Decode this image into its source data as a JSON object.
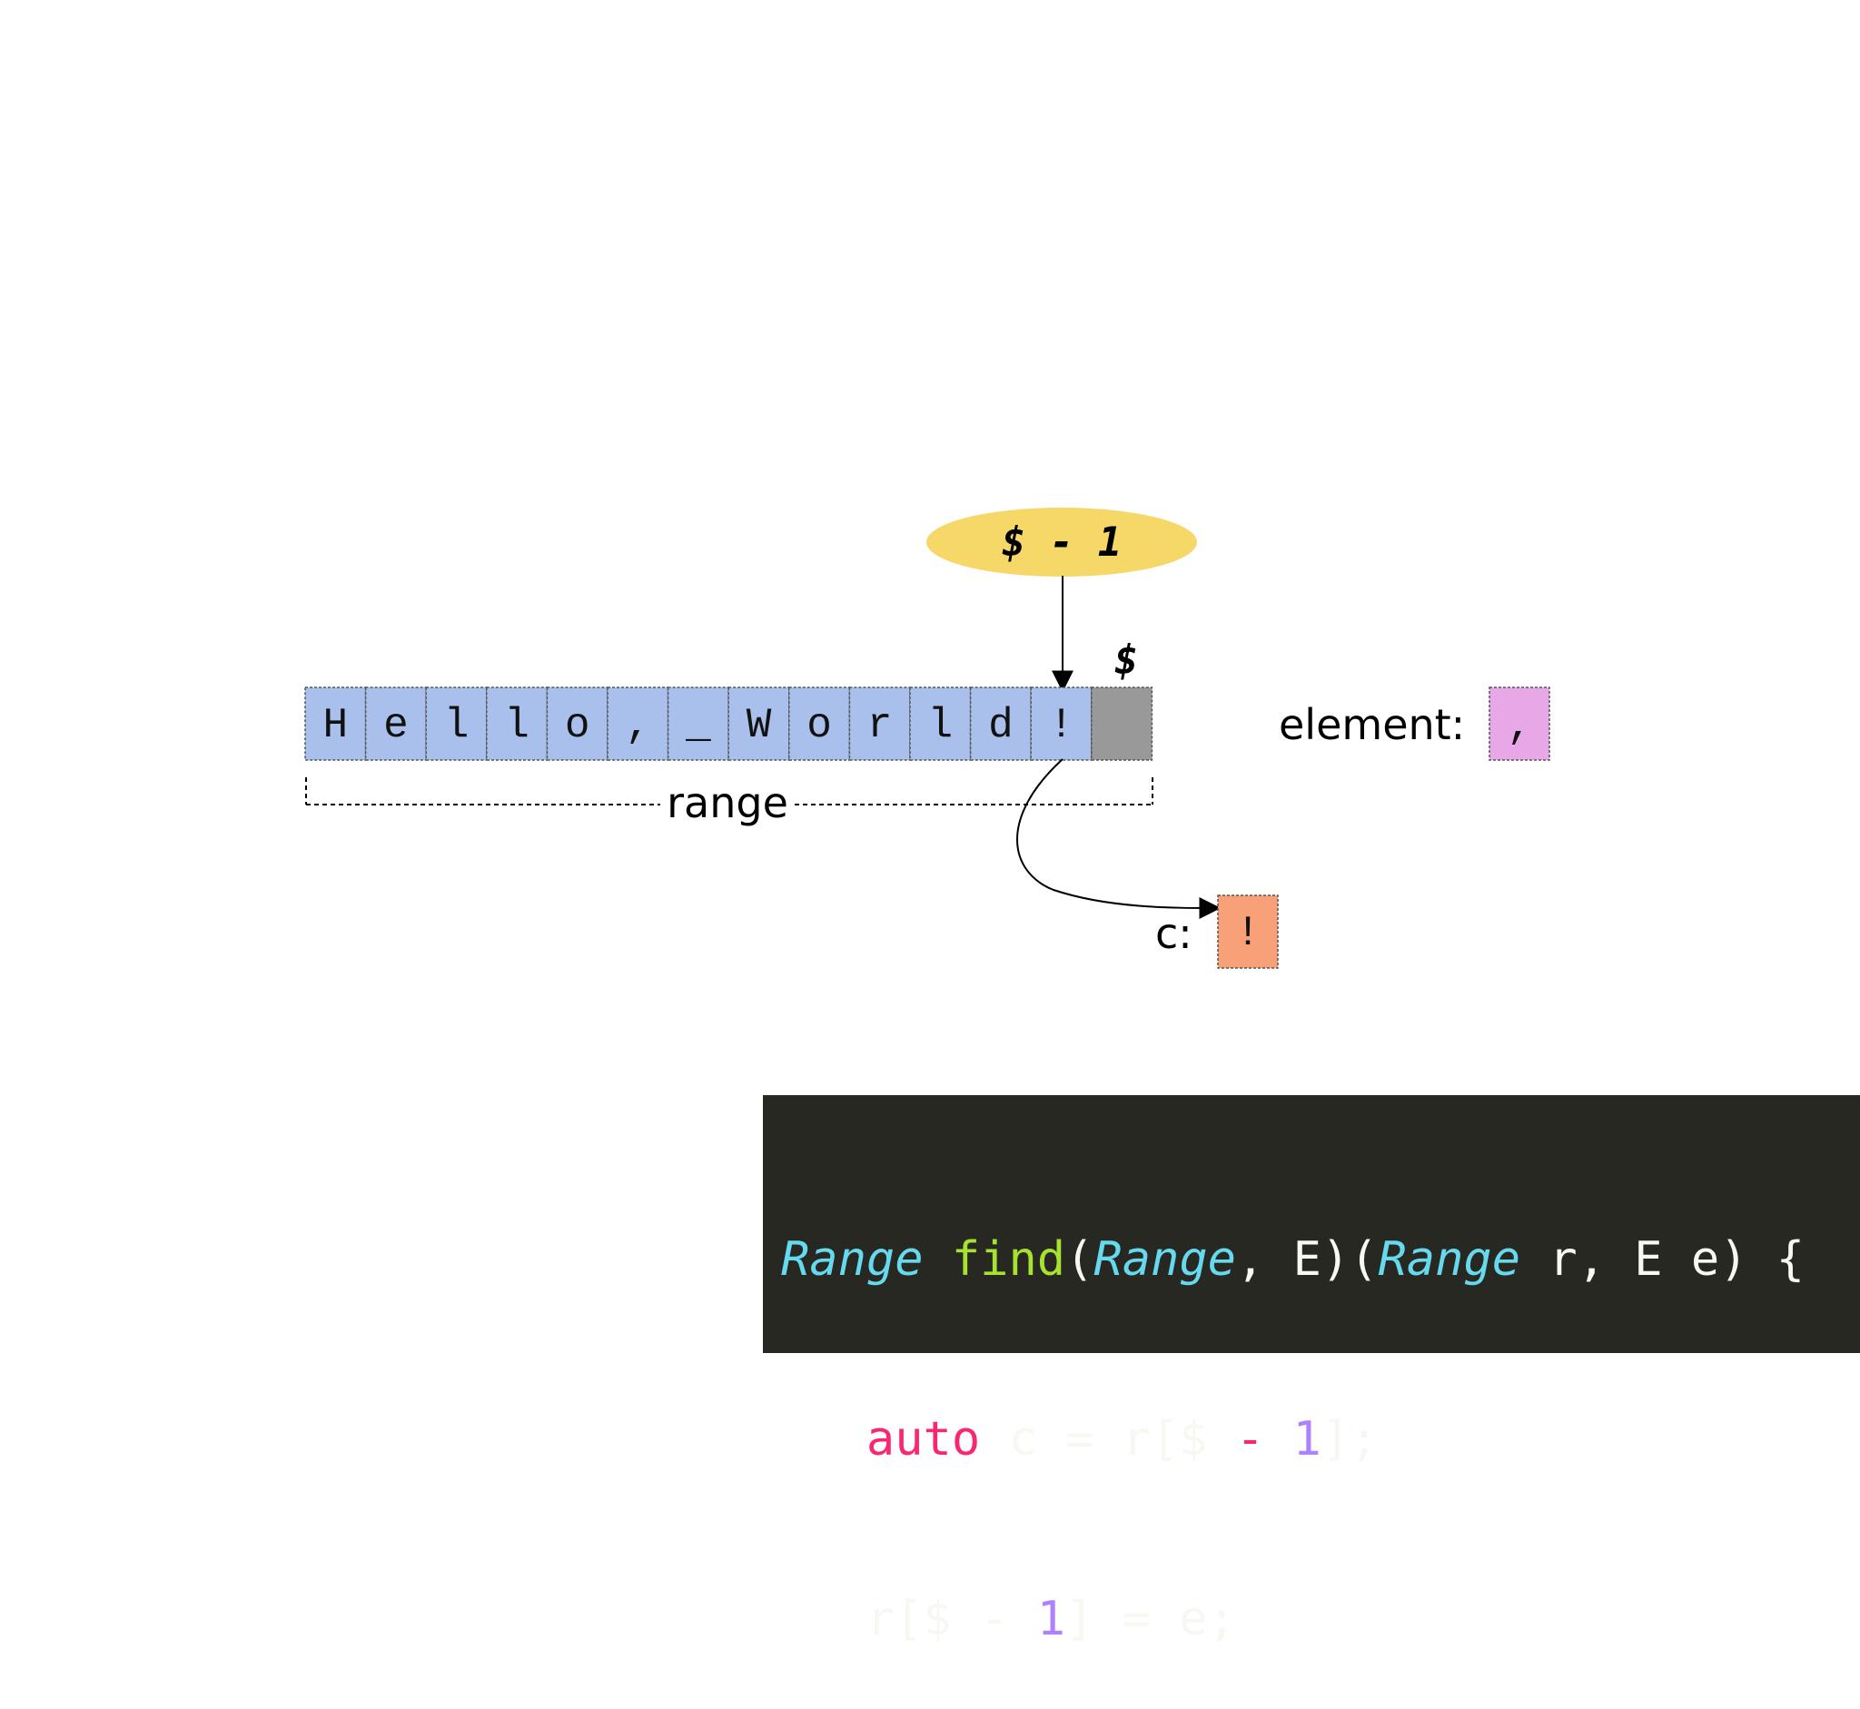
{
  "cells": [
    "H",
    "e",
    "l",
    "l",
    "o",
    ",",
    "_",
    "W",
    "o",
    "r",
    "l",
    "d",
    "!"
  ],
  "end_marker_label": "$",
  "index_bubble_label": "$ - 1",
  "range_label": "range",
  "element_label": "element:",
  "element_value": ",",
  "c_label": "c:",
  "c_value": "!",
  "colors": {
    "cell_fill": "#a9c0ec",
    "end_cell_fill": "#999999",
    "bubble_fill": "#f5d867",
    "element_fill": "#e8a8e8",
    "c_fill": "#f8a078",
    "code_bg": "#272822"
  },
  "code": {
    "line1": [
      {
        "t": "Range",
        "c": "type"
      },
      {
        "t": " "
      },
      {
        "t": "find",
        "c": "fn"
      },
      {
        "t": "("
      },
      {
        "t": "Range",
        "c": "type"
      },
      {
        "t": ", E)("
      },
      {
        "t": "Range",
        "c": "type"
      },
      {
        "t": " r, E e) {"
      }
    ],
    "line2": [
      {
        "t": "   "
      },
      {
        "t": "auto",
        "c": "kw"
      },
      {
        "t": " c = r[$ "
      },
      {
        "t": "-",
        "c": "op-red"
      },
      {
        "t": " "
      },
      {
        "t": "1",
        "c": "num"
      },
      {
        "t": "];"
      }
    ],
    "line3": [
      {
        "t": "   r[$ - "
      },
      {
        "t": "1",
        "c": "num"
      },
      {
        "t": "] = e;"
      }
    ]
  }
}
